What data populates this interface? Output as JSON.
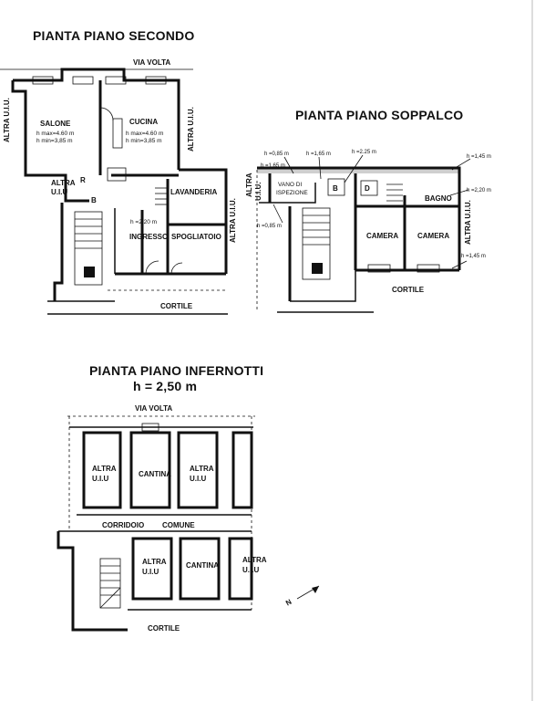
{
  "plan_secondo": {
    "title": "PIANTA PIANO SECONDO",
    "street": "VIA VOLTA",
    "courtyard": "CORTILE",
    "altra_left": "ALTRA U.I.U.",
    "altra_right": "ALTRA U.I.U.",
    "altra_small_1": "ALTRA",
    "altra_small_2": "U.I.U",
    "altra_east": "ALTRA U.I.U.",
    "salone": "SALONE",
    "salone_hmax": "h max=4.60 m",
    "salone_hmin": "h min=3,85 m",
    "cucina": "CUCINA",
    "cucina_hmax": "h max=4.60 m",
    "cucina_hmin": "h min=3,85 m",
    "ingresso": "INGRESSO",
    "ingresso_h": "h =2,20 m",
    "lavanderia": "LAVANDERIA",
    "spogliatoio": "SPOGLIATOIO",
    "r_label": "R",
    "b_label": "B"
  },
  "plan_soppalco": {
    "title": "PIANTA PIANO SOPPALCO",
    "courtyard": "CORTILE",
    "altra_left_1": "ALTRA",
    "altra_left_2": "U.I.U.",
    "altra_right": "ALTRA U.I.U.",
    "vano_1": "VANO DI",
    "vano_2": "ISPEZIONE",
    "camera_1": "CAMERA",
    "camera_2": "CAMERA",
    "bagno": "BAGNO",
    "b_label": "B",
    "d_label": "D",
    "h_085_top": "h =0,85 m",
    "h_165_left": "h =1,65 m",
    "h_165_mid": "h =1,65 m",
    "h_225": "h =2.25 m",
    "h_145_top": "h =1,45 m",
    "h_220": "h =2,20 m",
    "h_145_bottom": "h =1,45 m",
    "h_085_bottom": "h =0,85 m"
  },
  "plan_infernotti": {
    "title": "PIANTA PIANO INFERNOTTI",
    "height": "h = 2,50 m",
    "street": "VIA VOLTA",
    "courtyard": "CORTILE",
    "corridoio": "CORRIDOIO",
    "comune": "COMUNE",
    "cantina_1": "CANTINA",
    "cantina_2": "CANTINA",
    "altra_a_1": "ALTRA",
    "altra_a_2": "U.I.U",
    "altra_b_1": "ALTRA",
    "altra_b_2": "U.I.U",
    "altra_c_1": "ALTRA",
    "altra_c_2": "U.I.U",
    "altra_d_1": "ALTRA",
    "altra_d_2": "U.I.U",
    "north": "N"
  }
}
